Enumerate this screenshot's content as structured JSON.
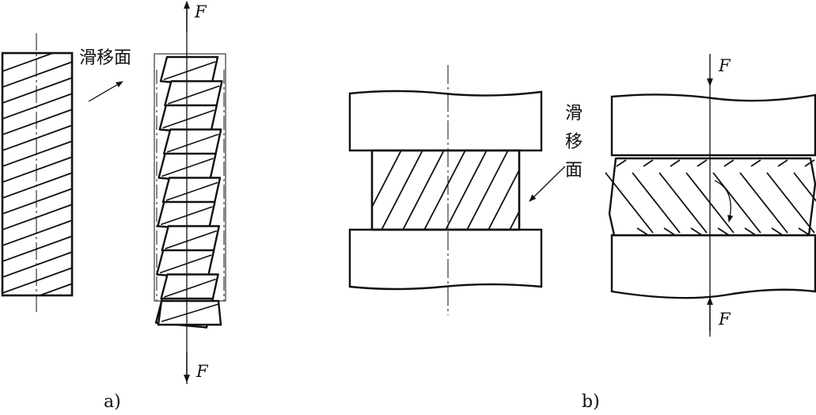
{
  "panel_a": {
    "caption": "a)",
    "slip_label": "滑移面",
    "force_top": "F",
    "force_bottom": "F"
  },
  "panel_b": {
    "caption": "b)",
    "slip_label_1": "滑",
    "slip_label_2": "移",
    "slip_label_3": "面",
    "force_top": "F",
    "force_bottom": "F"
  },
  "colors": {
    "line": "#111111",
    "background": "#ffffff"
  }
}
